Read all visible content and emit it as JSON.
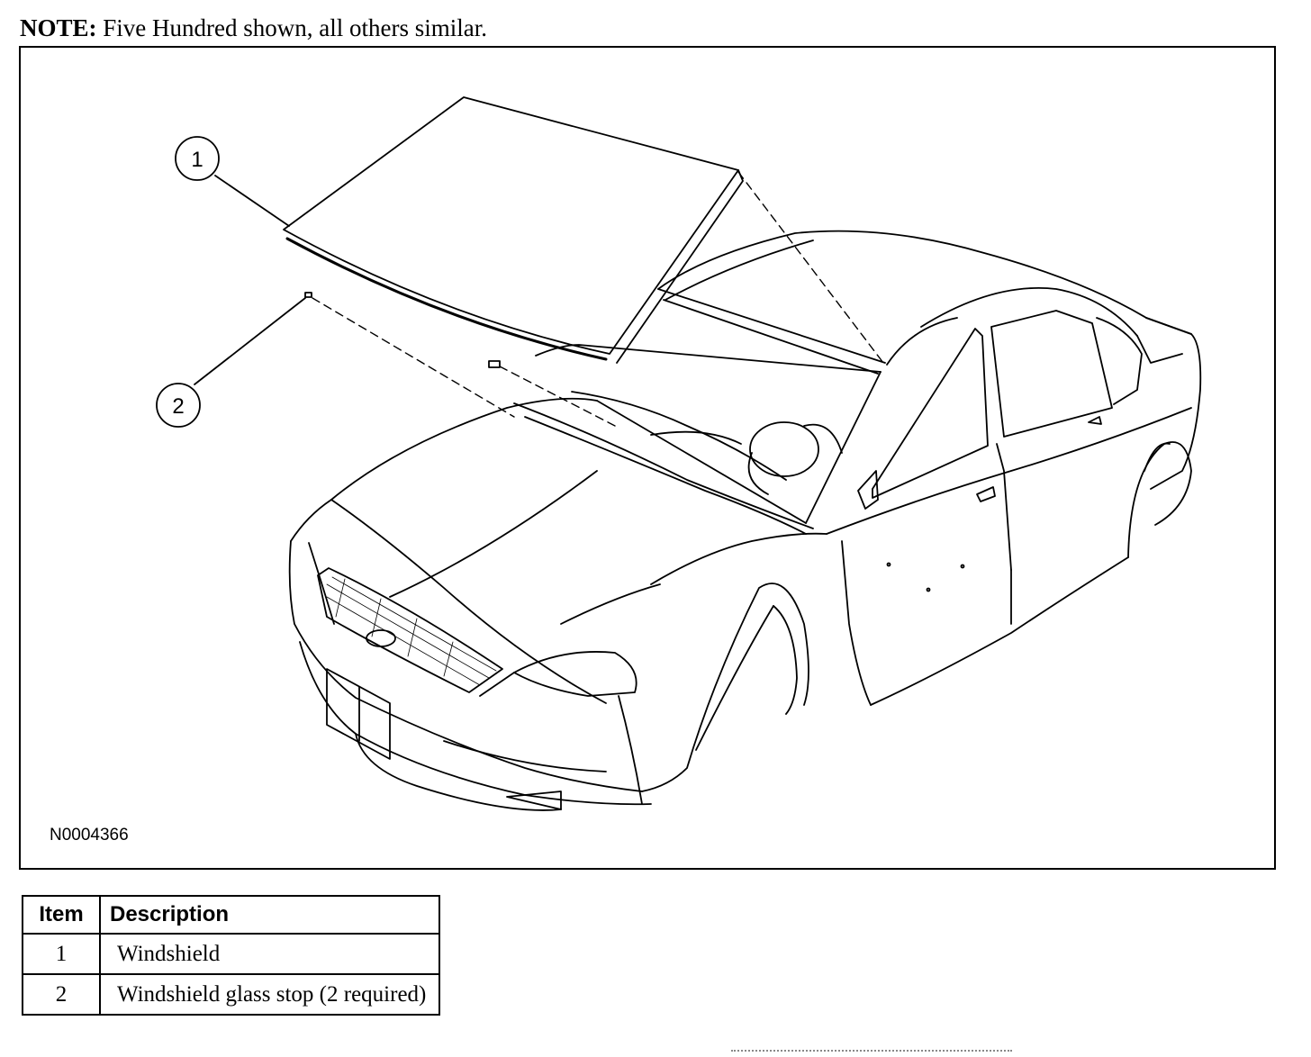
{
  "note": {
    "label": "NOTE:",
    "text": " Five Hundred shown, all others similar."
  },
  "figure": {
    "id_label": "N0004366",
    "callouts": [
      "1",
      "2"
    ]
  },
  "legend": {
    "headers": {
      "item": "Item",
      "description": "Description"
    },
    "rows": [
      {
        "item": "1",
        "description": "Windshield"
      },
      {
        "item": "2",
        "description": "Windshield glass stop (2 required)"
      }
    ]
  }
}
